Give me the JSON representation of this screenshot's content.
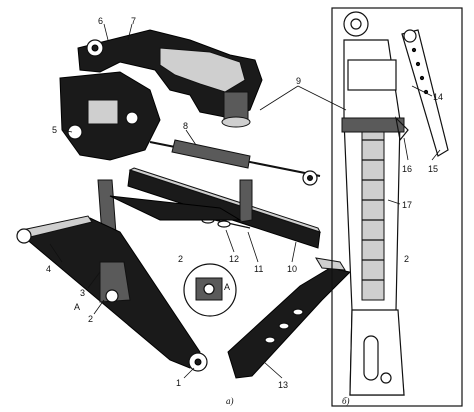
{
  "panels": {
    "a_label": "а)",
    "b_label": "б)"
  },
  "callouts": {
    "c1": "1",
    "c2": "2",
    "c3": "3",
    "c4": "4",
    "c5": "5",
    "c6": "6",
    "c7": "7",
    "c8": "8",
    "c9": "9",
    "c10": "10",
    "c11": "11",
    "c12": "12",
    "c13": "13",
    "c14": "14",
    "c15": "15",
    "c16": "16",
    "c17": "17",
    "detail_2": "2",
    "detail_A1": "A",
    "detail_A2": "A",
    "b_2": "2"
  },
  "colors": {
    "ink": "#111111",
    "paper": "#ffffff"
  }
}
